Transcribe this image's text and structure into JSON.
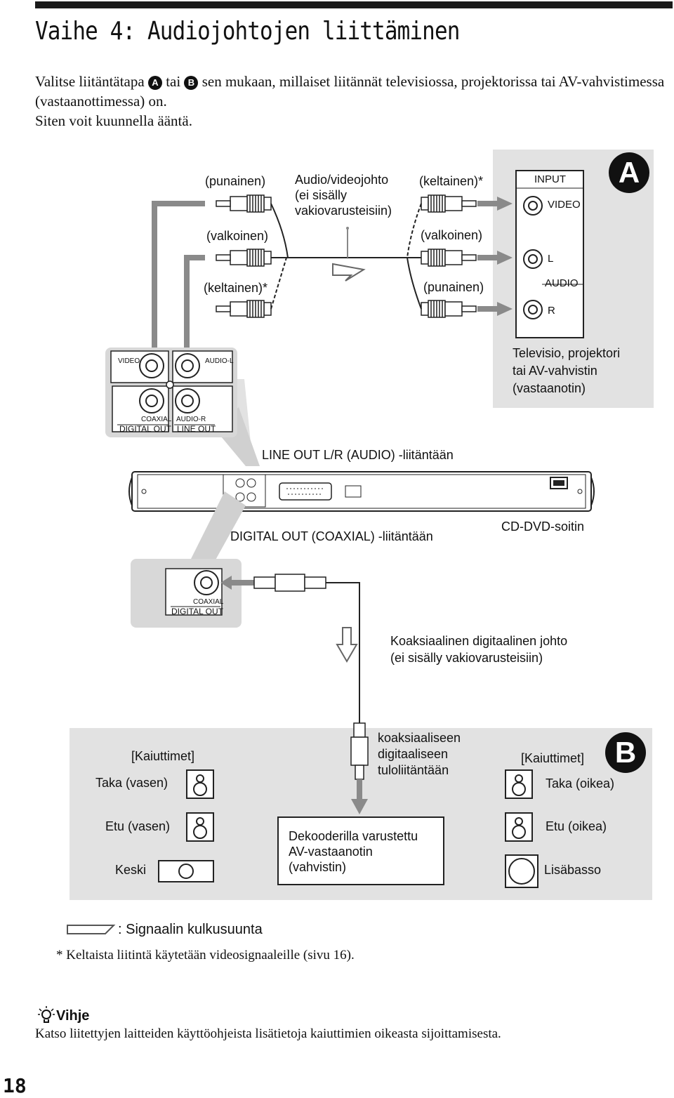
{
  "page": {
    "title": "Vaihe 4: Audiojohtojen liittäminen",
    "intro": {
      "part1": "Valitse liitäntätapa",
      "badge_a": "A",
      "part2": "tai",
      "badge_b": "B",
      "part3": "sen mukaan, millaiset liitännät televisiossa, projektorissa tai AV-vahvistimessa (vastaanottimessa) on.",
      "line2": "Siten voit kuunnella ääntä."
    },
    "page_number": "18"
  },
  "diagram": {
    "section_a": {
      "badge": "A",
      "cable_title": "Audio/videojohto\n(ei sisälly\nvakiovarusteisiin)",
      "left_plugs": [
        "(punainen)",
        "(valkoinen)",
        "(keltainen)*"
      ],
      "right_plugs": [
        "(keltainen)*",
        "(valkoinen)",
        "(punainen)"
      ],
      "tv_panel": {
        "input": "INPUT",
        "video": "VIDEO",
        "l": "L",
        "audio": "AUDIO",
        "r": "R"
      },
      "tv_caption": [
        "Televisio, projektori",
        "tai AV-vahvistin",
        "(vastaanotin)"
      ]
    },
    "player_zoom": {
      "video": "VIDEO",
      "audio_l": "AUDIO-L",
      "coaxial": "COAXIAL",
      "audio_r": "AUDIO-R",
      "digital_out": "DIGITAL OUT",
      "line_out": "LINE OUT"
    },
    "line_out_label": "LINE OUT L/R (AUDIO) -liitäntään",
    "digital_out_label": "DIGITAL OUT (COAXIAL) -liitäntään",
    "player_label": "CD-DVD-soitin",
    "coax_zoom": {
      "coaxial": "COAXIAL",
      "digital_out": "DIGITAL OUT"
    },
    "coax_cable_label": [
      "Koaksiaalinen digitaalinen johto",
      "(ei sisälly vakiovarusteisiin)"
    ],
    "section_b": {
      "badge": "B",
      "input_label": [
        "koaksiaaliseen",
        "digitaaliseen",
        "tuloliitäntään"
      ],
      "speakers_left_title": "[Kaiuttimet]",
      "speakers_right_title": "[Kaiuttimet]",
      "rear_left": "Taka (vasen)",
      "front_left": "Etu (vasen)",
      "center": "Keski",
      "rear_right": "Taka (oikea)",
      "front_right": "Etu (oikea)",
      "subwoofer": "Lisäbasso",
      "receiver": [
        "Dekooderilla varustettu",
        "AV-vastaanotin",
        "(vahvistin)"
      ]
    },
    "legend": ": Signaalin kulkusuunta"
  },
  "footnote": "* Keltaista liitintä käytetään videosignaaleille (sivu 16).",
  "hint": {
    "title": "Vihje",
    "text": "Katso liitettyjen laitteiden käyttöohjeista lisätietoja kaiuttimien oikeasta sijoittamisesta."
  }
}
